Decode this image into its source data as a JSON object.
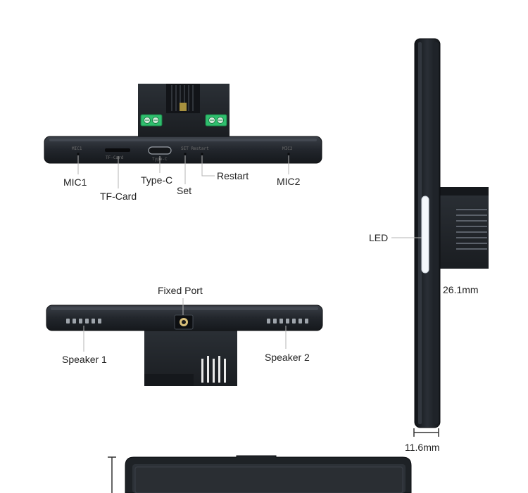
{
  "top_view_labels": {
    "mic1": "MIC1",
    "tf_card": "TF-Card",
    "type_c": "Type-C",
    "set": "Set",
    "restart": "Restart",
    "mic2": "MIC2"
  },
  "bottom_view_labels": {
    "fixed_port": "Fixed Port",
    "speaker1": "Speaker 1",
    "speaker2": "Speaker 2"
  },
  "side_view_labels": {
    "led": "LED",
    "depth_total": "26.1mm",
    "depth_panel": "11.6mm"
  },
  "printed_marks": {
    "mic1": "MIC1",
    "tf": "TF-Card",
    "typec": "Type-C",
    "set_restart": "SET Restart",
    "mic2": "MIC2"
  },
  "colors": {
    "device_body": "#24282e",
    "device_edge": "#3a3f46",
    "terminal_green": "#2fbf6e",
    "led_white": "#f4f7fb",
    "callout_line": "#b5b5b5"
  }
}
